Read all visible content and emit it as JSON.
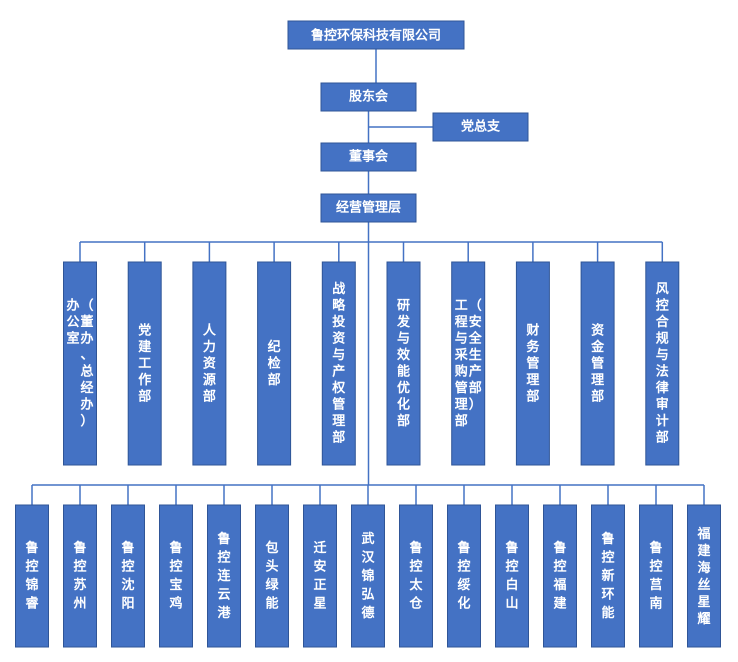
{
  "colors": {
    "box_fill": "#4472c4",
    "box_border": "#2f5597",
    "line": "#4472c4",
    "text": "#ffffff"
  },
  "org": {
    "company": "鲁控环保科技有限公司",
    "shareholders": "股东会",
    "party": "党总支",
    "board": "董事会",
    "management": "经营管理层",
    "departments": [
      {
        "name": "办公室",
        "note": "（董办、总经办）"
      },
      {
        "name": "党建工作部",
        "note": ""
      },
      {
        "name": "人力资源部",
        "note": ""
      },
      {
        "name": "纪检部",
        "note": ""
      },
      {
        "name": "战略投资与产权管理部",
        "note": ""
      },
      {
        "name": "研发与效能优化部",
        "note": ""
      },
      {
        "name": "工程与采购管理部",
        "note": "（安全生产部）"
      },
      {
        "name": "财务管理部",
        "note": ""
      },
      {
        "name": "资金管理部",
        "note": ""
      },
      {
        "name": "风控合规与法律审计部",
        "note": ""
      }
    ],
    "subsidiaries": [
      "鲁控锦睿",
      "鲁控苏州",
      "鲁控沈阳",
      "鲁控宝鸡",
      "鲁控连云港",
      "包头绿能",
      "迁安正星",
      "武汉锦弘德",
      "鲁控太仓",
      "鲁控绥化",
      "鲁控白山",
      "鲁控福建",
      "鲁控新环能",
      "鲁控莒南",
      "福建海丝星耀"
    ]
  }
}
